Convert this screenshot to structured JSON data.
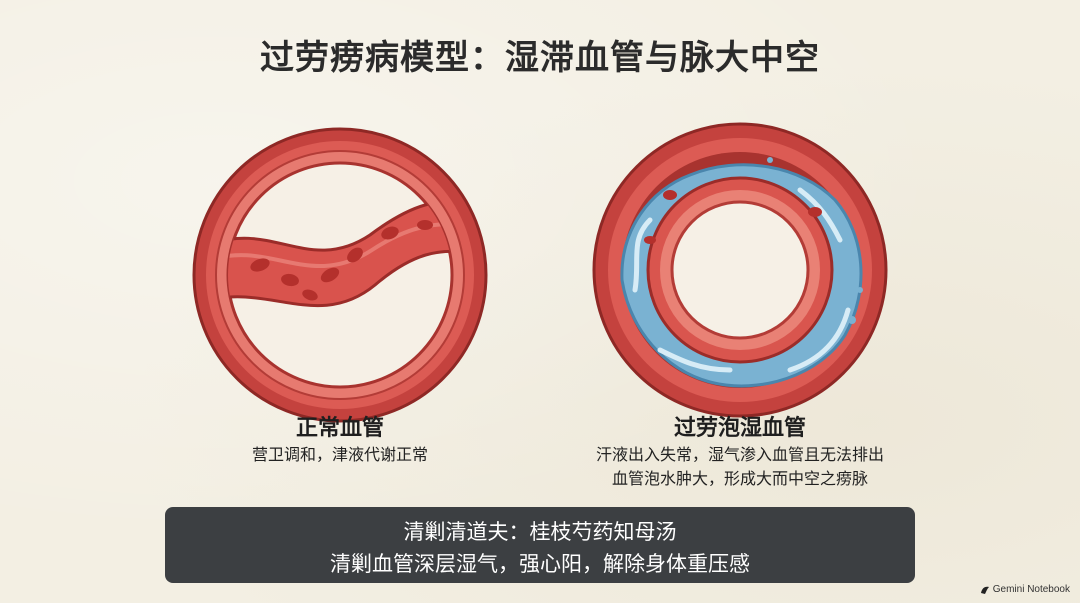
{
  "title": "过劳痨病模型：湿滞血管与脉大中空",
  "normal": {
    "title": "正常血管",
    "desc": "营卫调和，津液代谢正常"
  },
  "damp": {
    "title": "过劳泡湿血管",
    "desc_line1": "汗液出入失常，湿气渗入血管且无法排出",
    "desc_line2": "血管泡水肿大，形成大而中空之痨脉"
  },
  "banner": {
    "line1": "清剿清道夫：桂枝芍药知母汤",
    "line2": "清剿血管深层湿气，强心阳，解除身体重压感"
  },
  "watermark": "Gemini Notebook",
  "colors": {
    "vessel_wall": "#d7524c",
    "vessel_dark": "#9e2f2c",
    "lumen": "#f6f0e6",
    "water": "#6fa7c9",
    "banner_bg": "#3c3f42"
  }
}
